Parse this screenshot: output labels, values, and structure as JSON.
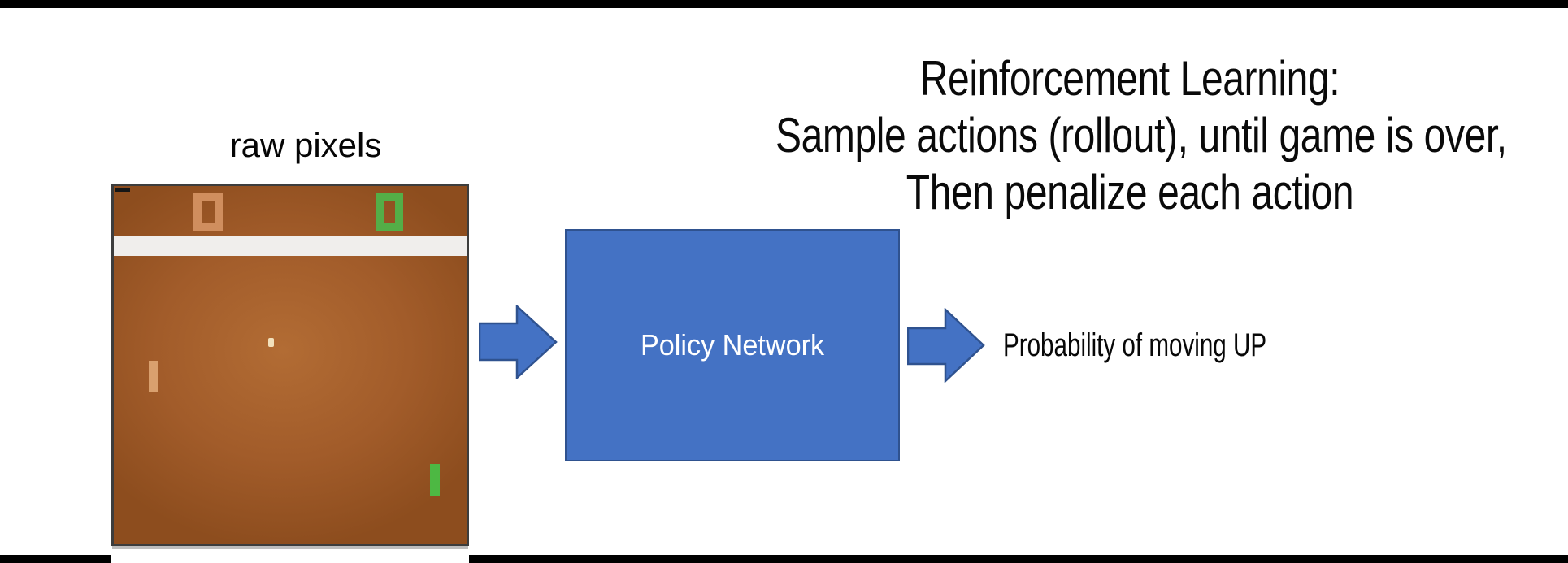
{
  "title": {
    "lines": [
      "Reinforcement Learning:",
      "Sample actions (rollout), until game is over,",
      "Then penalize each action"
    ]
  },
  "figure": {
    "label": "raw pixels",
    "game": {
      "left_score": "0",
      "right_score": "0",
      "colors": {
        "background": "#a25c2a",
        "frame": "#3d3d3d",
        "left_score": "#d08e5e",
        "right_score": "#54ae47",
        "divider_band": "#f0eeec",
        "ball": "#f2e1bc",
        "left_paddle": "#d9a06e",
        "right_paddle": "#4db843"
      }
    }
  },
  "pipeline": {
    "policy_box": {
      "label": "Policy Network",
      "fill": "#4472c4",
      "border": "#2f528f",
      "text_color": "#ffffff"
    },
    "arrow_fill": "#4472c4",
    "arrow_border": "#2f528f",
    "output_label": "Probability of moving UP"
  },
  "decorations": {
    "bar_color": "#000000"
  }
}
